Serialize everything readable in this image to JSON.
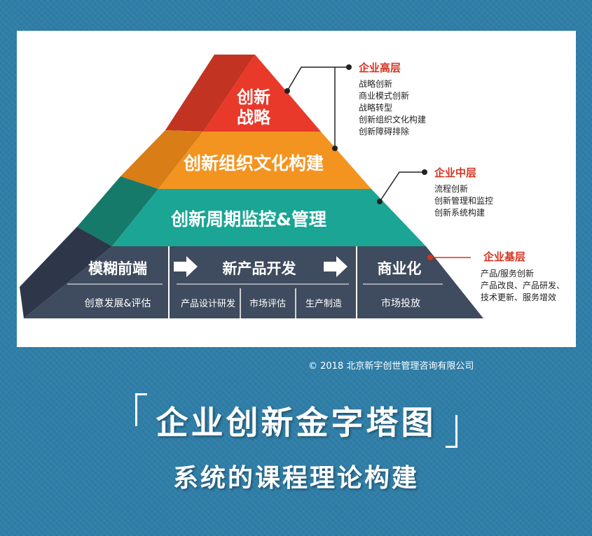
{
  "pyramid": {
    "top": {
      "line1": "创新",
      "line2": "战略"
    },
    "level2": "创新组织文化构建",
    "level3": "创新周期监控&管理",
    "base": {
      "stages": [
        "模糊前端",
        "新产品开发",
        "商业化"
      ],
      "fuzzy_front_sub": "创意发展&评估",
      "npd_subs": [
        "产品设计研发",
        "市场评估",
        "生产制造"
      ],
      "commercial_sub": "市场投放"
    }
  },
  "annotations": {
    "senior": {
      "title": "企业高层",
      "items": [
        "战略创新",
        "商业模式创新",
        "战略转型",
        "创新组织文化构建",
        "创新障碍排除"
      ]
    },
    "middle": {
      "title": "企业中层",
      "items": [
        "流程创新",
        "创新管理和监控",
        "创新系统构建"
      ]
    },
    "base": {
      "title": "企业基层",
      "items": [
        "产品/服务创新",
        "产品改良、产品研发、",
        "技术更新、服务增效"
      ]
    }
  },
  "colors": {
    "top": "#e8392a",
    "level2": "#f39420",
    "level3": "#1aa594",
    "base": "#3f4b5e",
    "accent_red": "#d6321f",
    "background": "#2f7ea8"
  },
  "copyright": "© 2018 北京新宇创世管理咨询有限公司",
  "title": "企业创新金字塔图",
  "subtitle": "系统的课程理论构建"
}
